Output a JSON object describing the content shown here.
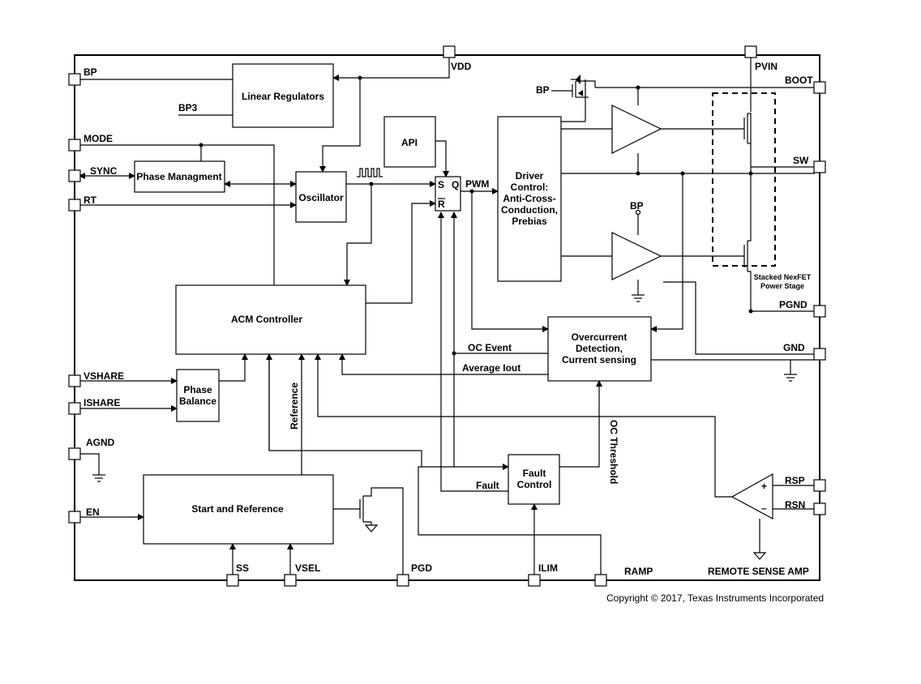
{
  "blocks": {
    "linear_regulators": "Linear Regulators",
    "phase_management": "Phase Managment",
    "oscillator": "Oscillator",
    "api": "API",
    "sr_latch": {
      "s": "S",
      "q": "Q",
      "r": "R"
    },
    "driver_control": [
      "Driver",
      "Control:",
      "Anti-Cross-",
      "Conduction,",
      "Prebias"
    ],
    "acm_controller": "ACM Controller",
    "overcurrent": [
      "Overcurrent",
      "Detection,",
      "Current sensing"
    ],
    "phase_balance": [
      "Phase",
      "Balance"
    ],
    "start_reference": "Start and Reference",
    "fault_control": [
      "Fault",
      "Control"
    ],
    "power_stage": [
      "Stacked NexFET",
      "Power Stage"
    ],
    "remote_sense_amp": "REMOTE SENSE AMP"
  },
  "pins": {
    "bp": "BP",
    "bp3": "BP3",
    "vdd": "VDD",
    "pvin": "PVIN",
    "boot": "BOOT",
    "mode": "MODE",
    "sync": "SYNC",
    "rt": "RT",
    "sw": "SW",
    "pgnd": "PGND",
    "gnd": "GND",
    "vshare": "VSHARE",
    "ishare": "ISHARE",
    "agnd": "AGND",
    "en": "EN",
    "ss": "SS",
    "vsel": "VSEL",
    "pgd": "PGD",
    "ilim": "ILIM",
    "ramp": "RAMP",
    "rsp": "RSP",
    "rsn": "RSN"
  },
  "signals": {
    "pwm": "PWM",
    "bp_boot": "BP",
    "bp_low": "BP",
    "oc_event": "OC Event",
    "average_iout": "Average Iout",
    "reference": "Reference",
    "oc_threshold": "OC Threshold",
    "fault": "Fault",
    "plus": "+",
    "minus": "–"
  },
  "copyright": "Copyright © 2017, Texas Instruments Incorporated"
}
